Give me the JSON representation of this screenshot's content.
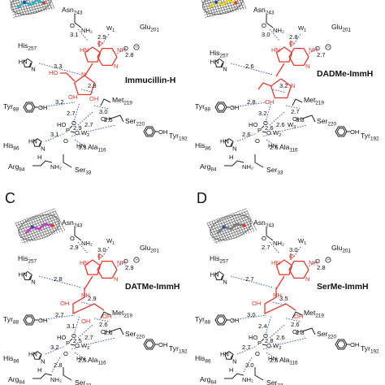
{
  "panels": {
    "A": {
      "letter": "",
      "ligand": "Immucillin-H",
      "residues": {
        "asn": "Asn243",
        "his257": "His257",
        "glu": "Glu201",
        "tyr88": "Tyr88",
        "met": "Met219",
        "ser220": "Ser220",
        "his86": "His86",
        "ala": "Ala116",
        "tyr192": "Tyr192",
        "arg": "Arg84",
        "ser33": "Ser33"
      },
      "waters": [
        "W1",
        "W2"
      ],
      "distances": [
        "3.1",
        "2.9",
        "2.8",
        "3.3",
        "2.8",
        "3.2",
        "2.7",
        "3.0",
        "2.7",
        "3.1",
        "2.9",
        "2.5",
        "3.3"
      ]
    },
    "B": {
      "letter": "",
      "ligand": "DADMe-ImmH",
      "residues": {
        "asn": "Asn243",
        "his257": "His257",
        "glu": "Glu201",
        "tyr88": "Tyr88",
        "met": "Met219",
        "ser220": "Ser220",
        "his86": "His86",
        "ala": "Ala116",
        "tyr192": "Tyr192",
        "arg": "Arg84",
        "ser33": "Ser33"
      },
      "waters": [
        "W1",
        "W3",
        "W2"
      ],
      "distances": [
        "3.0",
        "2.8",
        "2.7",
        "2.6",
        "3.2",
        "2.8",
        "3.2",
        "2.7",
        "2.6",
        "2.6",
        "2.6",
        "3.3",
        "2.6"
      ]
    },
    "C": {
      "letter": "C",
      "ligand": "DATMe-ImmH",
      "residues": {
        "asn": "Asn243",
        "his257": "His257",
        "glu": "Glu201",
        "tyr88": "Tyr88",
        "met": "Met219",
        "ser220": "Ser220",
        "his86": "His86",
        "ala": "Ala116",
        "tyr192": "Tyr192",
        "arg": "Arg84",
        "ser33": "Ser33"
      },
      "waters": [
        "W1",
        "W2"
      ],
      "distances": [
        "2.9",
        "3.0",
        "2.9",
        "2.8",
        "2.9",
        "2.7",
        "3.1",
        "2.6",
        "2.7",
        "3.2",
        "2.5",
        "2.6",
        "2.6",
        "2.8"
      ]
    },
    "D": {
      "letter": "D",
      "ligand": "SerMe-ImmH",
      "residues": {
        "asn": "Asn243",
        "his257": "His257",
        "glu": "Glu201",
        "tyr88": "Tyr88",
        "met": "Met219",
        "ser220": "Ser220",
        "his86": "His86",
        "ala": "Ala116",
        "tyr192": "Tyr192",
        "arg": "Arg84",
        "ser33": "Ser33"
      },
      "waters": [
        "W1",
        "W2"
      ],
      "distances": [
        "2.7",
        "3.0",
        "2.8",
        "2.7",
        "3.5",
        "3.0",
        "2.4",
        "2.6",
        "2.6",
        "2.7",
        "2.8",
        "2.3",
        "2.6",
        "3.0"
      ]
    }
  }
}
